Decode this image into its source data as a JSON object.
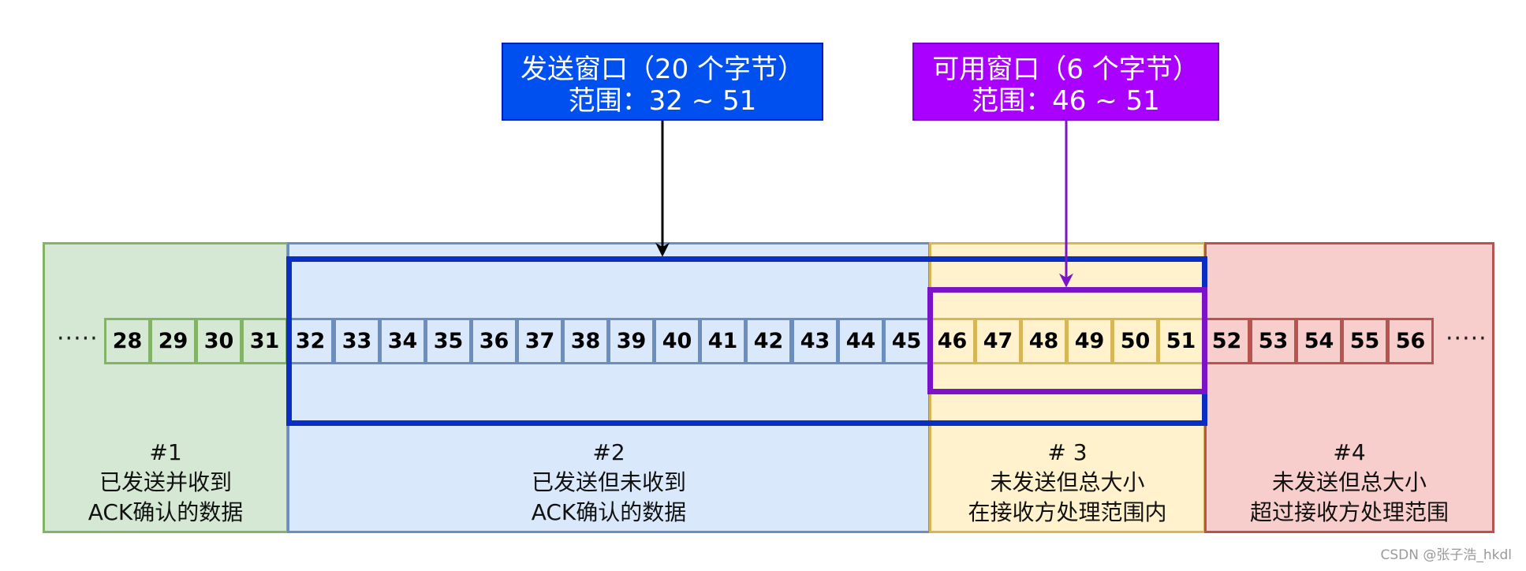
{
  "callouts": {
    "send_window": {
      "line1": "发送窗口（20 个字节）",
      "line2": "范围：32 ~ 51",
      "color": "#0050ef"
    },
    "available_window": {
      "line1": "可用窗口（6 个字节）",
      "line2": "范围：46 ~ 51",
      "color": "#aa00ff"
    }
  },
  "sections": [
    {
      "id": "#1",
      "line1": "已发送并收到",
      "line2": "ACK确认的数据",
      "fill": "#d5e8d4",
      "stroke": "#82b366"
    },
    {
      "id": "#2",
      "line1": "已发送但未收到",
      "line2": "ACK确认的数据",
      "fill": "#dae8fc",
      "stroke": "#6c8ebf"
    },
    {
      "id": "# 3",
      "line1": "未发送但总大小",
      "line2": "在接收方处理范围内",
      "fill": "#fff2cc",
      "stroke": "#d6b656"
    },
    {
      "id": "#4",
      "line1": "未发送但总大小",
      "line2": "超过接收方处理范围",
      "fill": "#f8cecc",
      "stroke": "#b85450"
    }
  ],
  "bytes": {
    "ellipsis_left": "·····",
    "ellipsis_right": "·····",
    "cells": [
      {
        "label": "28",
        "section": 0
      },
      {
        "label": "29",
        "section": 0
      },
      {
        "label": "30",
        "section": 0
      },
      {
        "label": "31",
        "section": 0
      },
      {
        "label": "32",
        "section": 1
      },
      {
        "label": "33",
        "section": 1
      },
      {
        "label": "34",
        "section": 1
      },
      {
        "label": "35",
        "section": 1
      },
      {
        "label": "36",
        "section": 1
      },
      {
        "label": "37",
        "section": 1
      },
      {
        "label": "38",
        "section": 1
      },
      {
        "label": "39",
        "section": 1
      },
      {
        "label": "40",
        "section": 1
      },
      {
        "label": "41",
        "section": 1
      },
      {
        "label": "42",
        "section": 1
      },
      {
        "label": "43",
        "section": 1
      },
      {
        "label": "44",
        "section": 1
      },
      {
        "label": "45",
        "section": 1
      },
      {
        "label": "46",
        "section": 2
      },
      {
        "label": "47",
        "section": 2
      },
      {
        "label": "48",
        "section": 2
      },
      {
        "label": "49",
        "section": 2
      },
      {
        "label": "50",
        "section": 2
      },
      {
        "label": "51",
        "section": 2
      },
      {
        "label": "52",
        "section": 3
      },
      {
        "label": "53",
        "section": 3
      },
      {
        "label": "54",
        "section": 3
      },
      {
        "label": "55",
        "section": 3
      },
      {
        "label": "56",
        "section": 3
      }
    ]
  },
  "window_colors": {
    "send": "#0a2ec4",
    "available": "#7b14c9",
    "arrow_send": "#000000",
    "arrow_available": "#7b14c9"
  },
  "watermark": "CSDN @张子浩_hkdl"
}
